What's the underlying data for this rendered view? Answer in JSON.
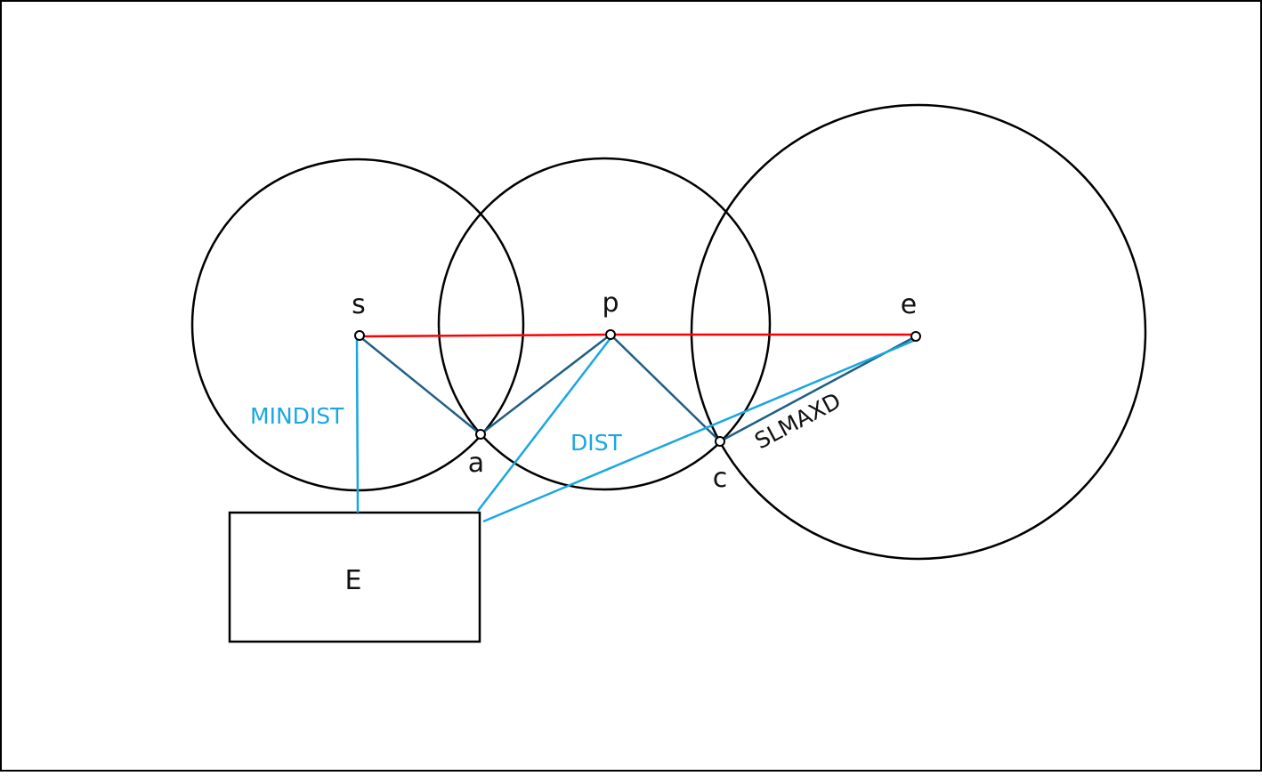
{
  "diagram": {
    "points": {
      "s": "s",
      "p": "p",
      "e": "e",
      "a": "a",
      "c": "c"
    },
    "box_label": "E",
    "labels": {
      "mindist": "MINDIST",
      "dist": "DIST",
      "slmaxd": "SLMAXD"
    },
    "colors": {
      "circle": "#000000",
      "path_line": "#ff0000",
      "distance_line": "#1aa7e0",
      "chord_line": "#1f5f85",
      "text": "#111111",
      "frame": "#000000"
    }
  }
}
